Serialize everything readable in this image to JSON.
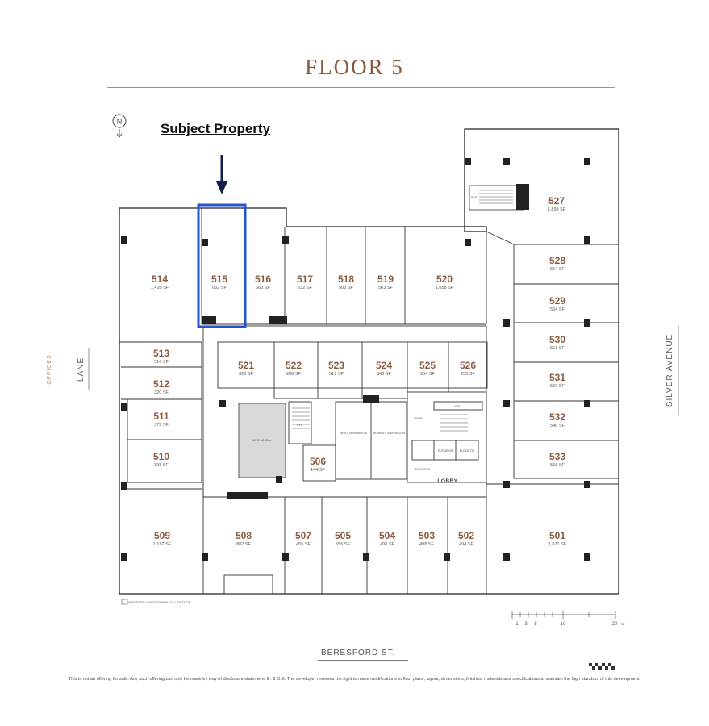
{
  "header": {
    "title": "FLOOR 5"
  },
  "callout": {
    "label": "Subject Property"
  },
  "compass": {
    "letter": "N"
  },
  "streets": {
    "bottom": "BERESFORD ST.",
    "right": "SILVER AVENUE",
    "left": "LANE",
    "left_neighbor": "OFFICES"
  },
  "common": {
    "lobby": "LOBBY",
    "mechanical": "MECHANICAL",
    "elevator": "ELEVATOR",
    "stair": "EXIT",
    "washroom_left": "MEN'S WASHROOM",
    "washroom_right": "WOMEN'S WASHROOM",
    "trash": "TRASH",
    "vestibule": "VEST."
  },
  "legend": {
    "drain": "PROPOSED WATER/DRAINAGE LOCATION"
  },
  "scale_labels": [
    "1",
    "3",
    "5",
    "10",
    "20"
  ],
  "scale_unit": "SF",
  "disclaimer": "This is not an offering for sale. Any such offering can only be made by way of disclosure statement. E. & O.E. The developer reserves the right to make modifications to floor plans, layout, dimensions, finishes, materials and specifications to maintain the high standard of this development.",
  "units": [
    {
      "id": "527",
      "area": "1,899 SF"
    },
    {
      "id": "514",
      "area": "1,410 SF"
    },
    {
      "id": "515",
      "area": "632 SF",
      "highlight": true
    },
    {
      "id": "516",
      "area": "663 SF"
    },
    {
      "id": "517",
      "area": "532 SF"
    },
    {
      "id": "518",
      "area": "503 SF"
    },
    {
      "id": "519",
      "area": "503 SF"
    },
    {
      "id": "520",
      "area": "1,058 SF"
    },
    {
      "id": "528",
      "area": "554 SF"
    },
    {
      "id": "529",
      "area": "564 SF"
    },
    {
      "id": "530",
      "area": "551 SF"
    },
    {
      "id": "531",
      "area": "569 SF"
    },
    {
      "id": "532",
      "area": "546 SF"
    },
    {
      "id": "533",
      "area": "558 SF"
    },
    {
      "id": "513",
      "area": "316 SF"
    },
    {
      "id": "512",
      "area": "320 SF"
    },
    {
      "id": "511",
      "area": "379 SF"
    },
    {
      "id": "510",
      "area": "398 SF"
    },
    {
      "id": "521",
      "area": "326 SF"
    },
    {
      "id": "522",
      "area": "286 SF"
    },
    {
      "id": "523",
      "area": "517 SF"
    },
    {
      "id": "524",
      "area": "348 SF"
    },
    {
      "id": "525",
      "area": "254 SF"
    },
    {
      "id": "526",
      "area": "255 SF"
    },
    {
      "id": "506",
      "area": "144 SF"
    },
    {
      "id": "509",
      "area": "1,182 SF"
    },
    {
      "id": "508",
      "area": "887 SF"
    },
    {
      "id": "507",
      "area": "455 SF"
    },
    {
      "id": "505",
      "area": "556 SF"
    },
    {
      "id": "504",
      "area": "498 SF"
    },
    {
      "id": "503",
      "area": "498 SF"
    },
    {
      "id": "502",
      "area": "494 SF"
    },
    {
      "id": "501",
      "area": "1,871 SF"
    }
  ]
}
